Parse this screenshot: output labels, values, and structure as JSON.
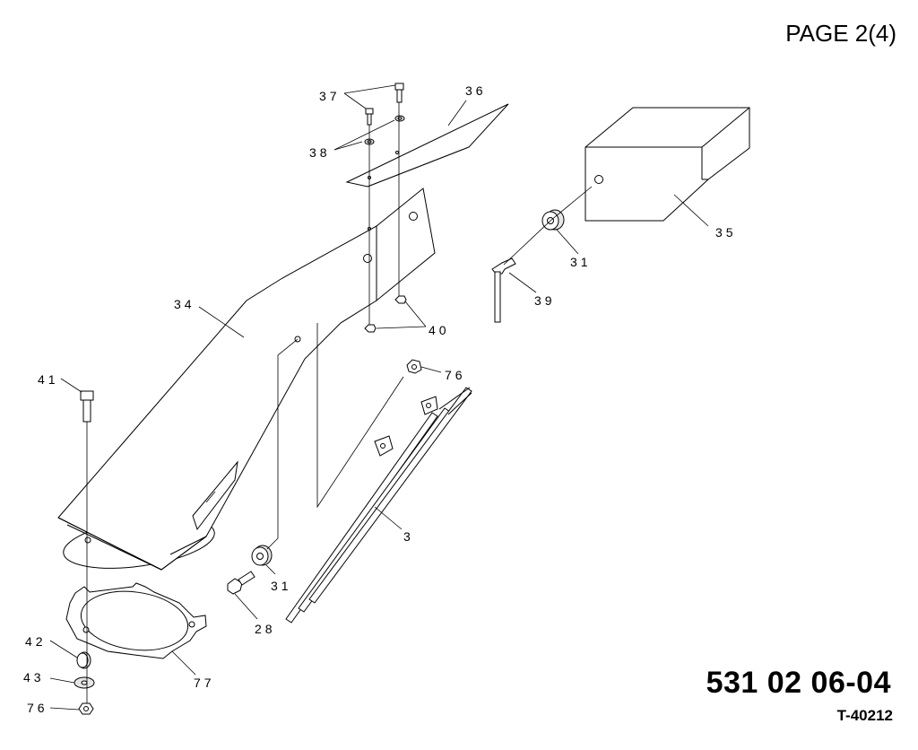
{
  "header": {
    "page_label": "PAGE 2(4)"
  },
  "footer": {
    "part_number": "531 02 06-04",
    "drawing_id": "T-40212"
  },
  "callouts": {
    "c37": "37",
    "c36": "36",
    "c38": "38",
    "c35": "35",
    "c31_top": "31",
    "c39": "39",
    "c34": "34",
    "c40": "40",
    "c76_top": "76",
    "c41": "41",
    "c3": "3",
    "c31_bottom": "31",
    "c28": "28",
    "c42": "42",
    "c77": "77",
    "c43": "43",
    "c76_bottom": "76"
  }
}
